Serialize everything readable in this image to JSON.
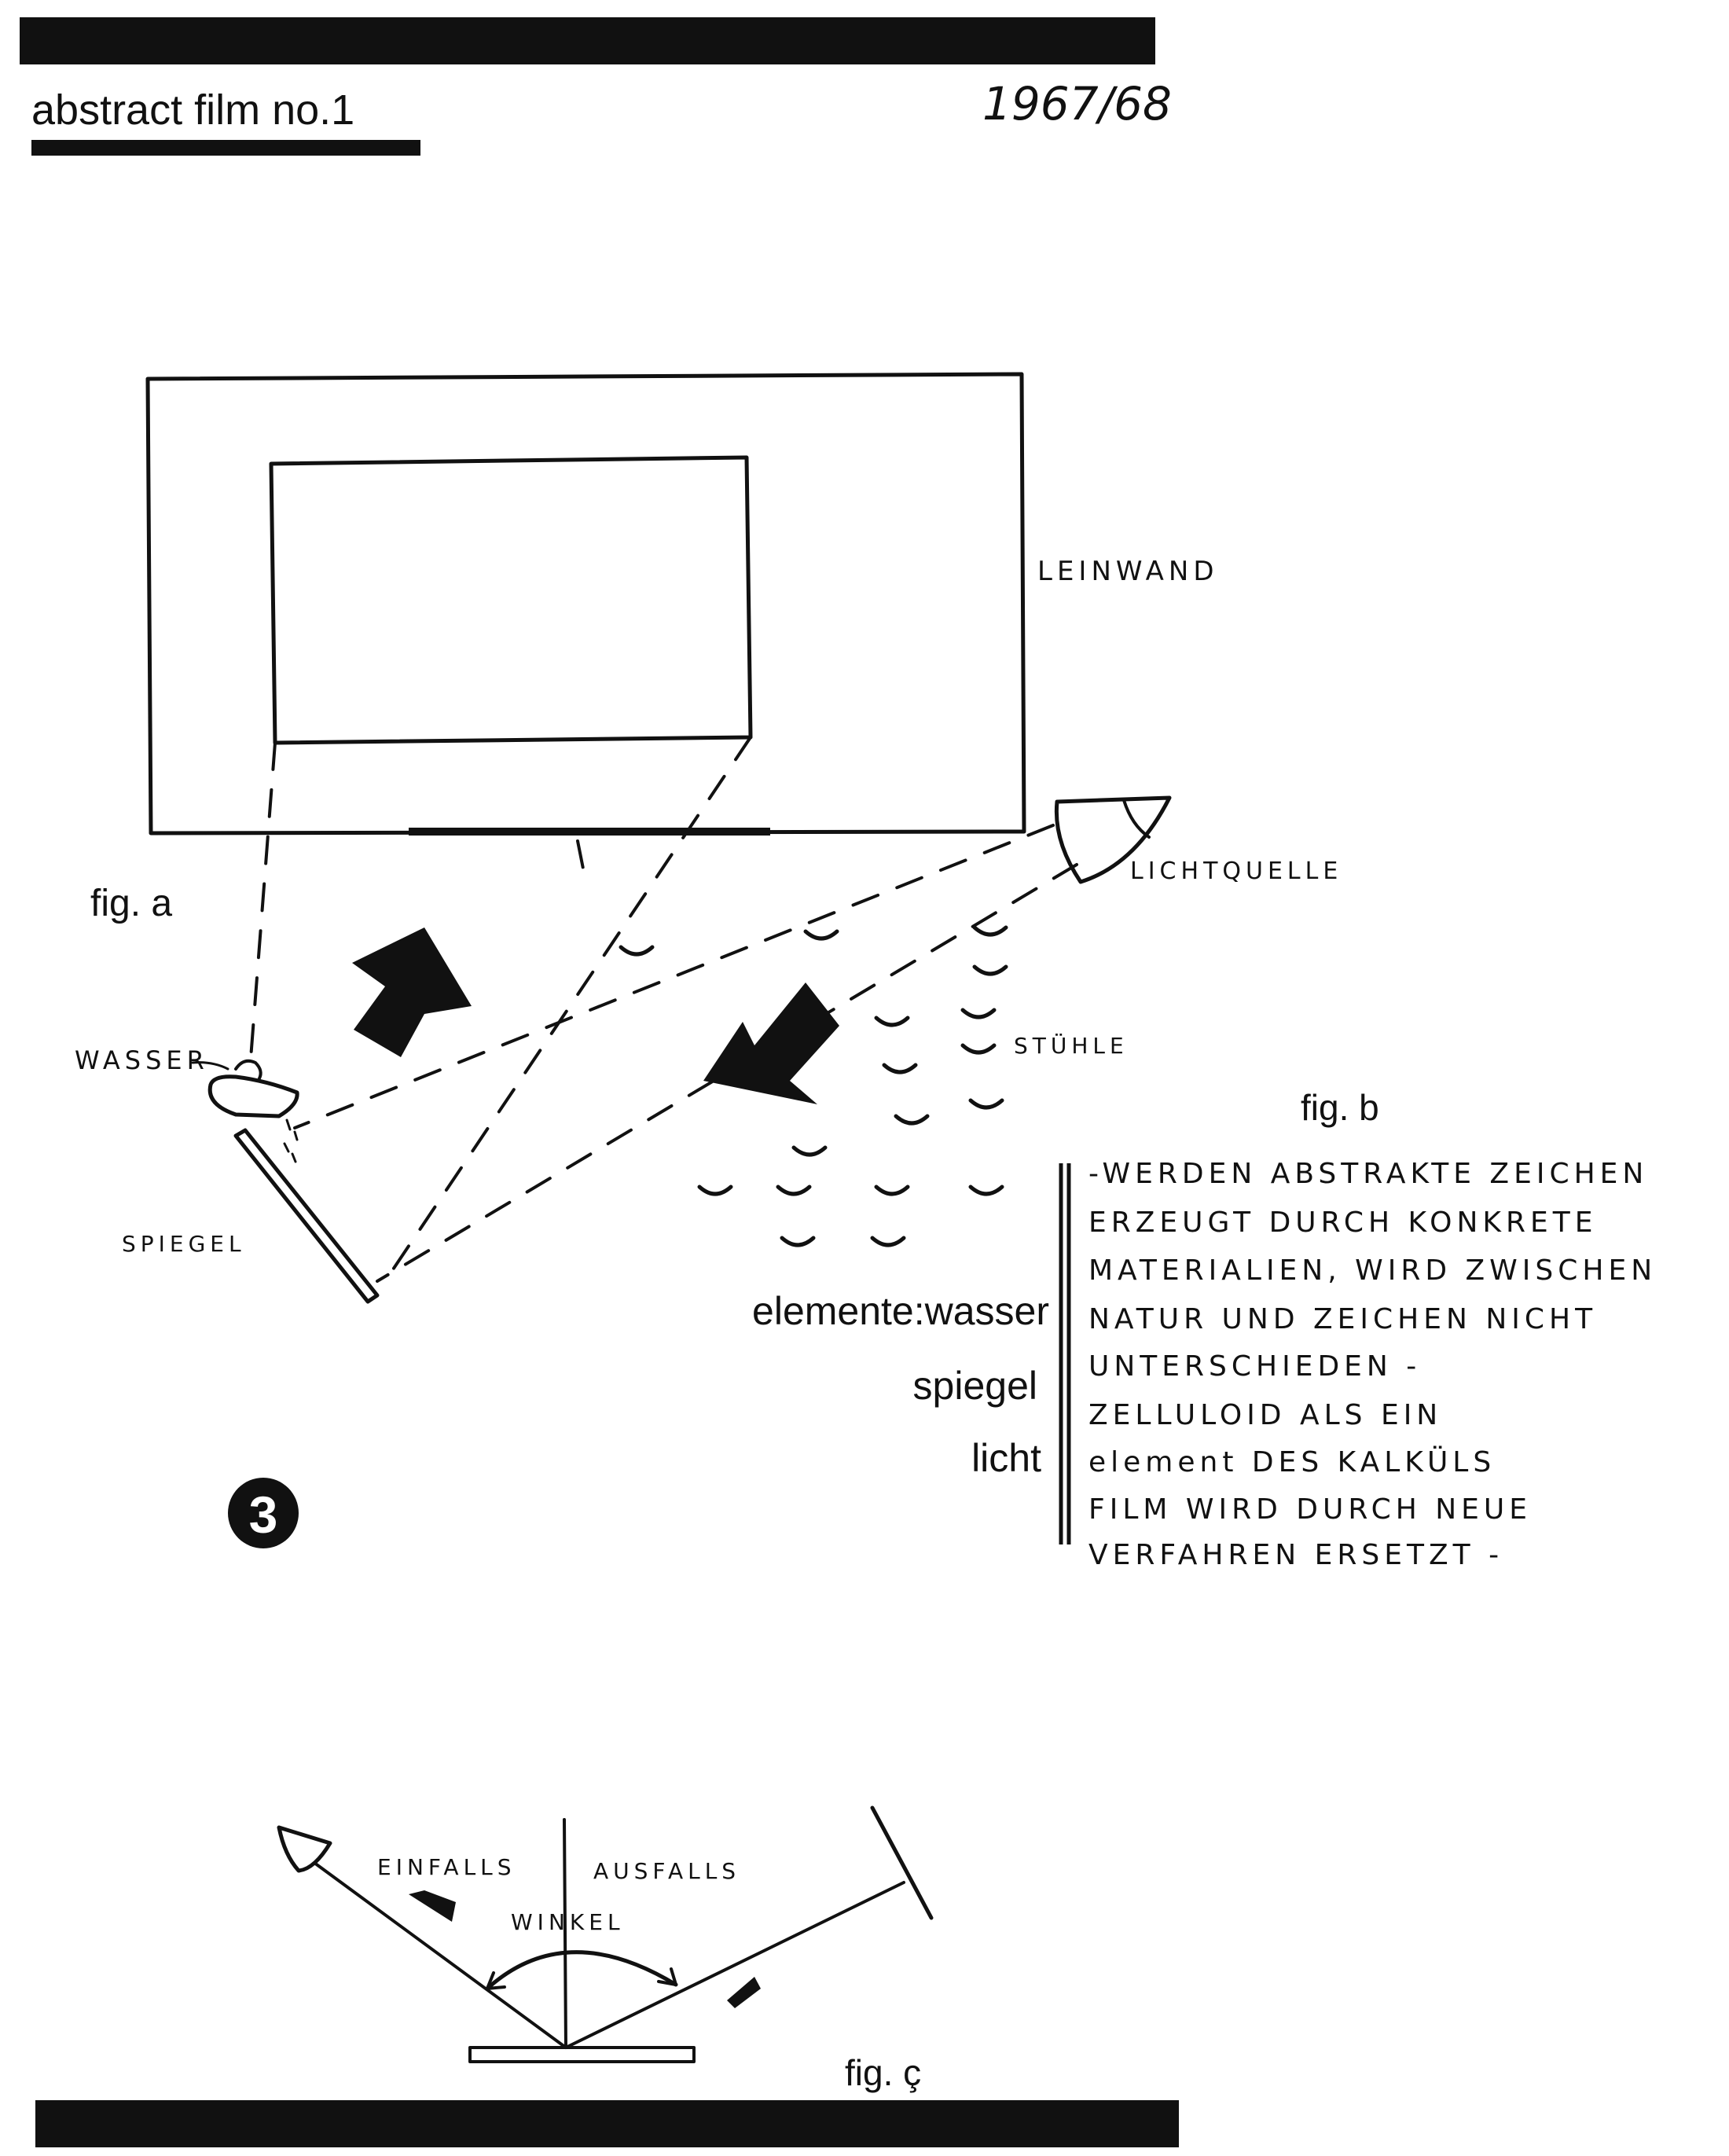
{
  "header": {
    "title": "abstract film no.1",
    "date": "1967/68"
  },
  "fig_a": {
    "label": "fig. a",
    "screen_label": "LEINWAND",
    "light_label": "LICHTQUELLE",
    "water_label": "WASSER",
    "mirror_label": "SPIEGEL",
    "chairs_label": "STÜHLE"
  },
  "fig_b": {
    "label": "fig. b",
    "elements_heading": "elemente:wasser",
    "elements_rest": [
      "spiegel",
      "licht"
    ],
    "notes": [
      "-WERDEN ABSTRAKTE ZEICHEN",
      "ERZEUGT DURCH KONKRETE",
      "MATERIALIEN, WIRD ZWISCHEN",
      "NATUR UND ZEICHEN NICHT",
      "UNTERSCHIEDEN -",
      "ZELLULOID ALS EIN",
      "element DES KALKÜLS",
      "FILM WIRD DURCH NEUE",
      "VERFAHREN ERSETZT -"
    ]
  },
  "page_number": "3",
  "fig_c": {
    "label": "fig. ç",
    "incidence_label": "EINFALLS",
    "reflection_label": "AUSFALLS",
    "angle_label": "WINKEL"
  },
  "colors": {
    "ink": "#111111",
    "paper": "#ffffff"
  }
}
